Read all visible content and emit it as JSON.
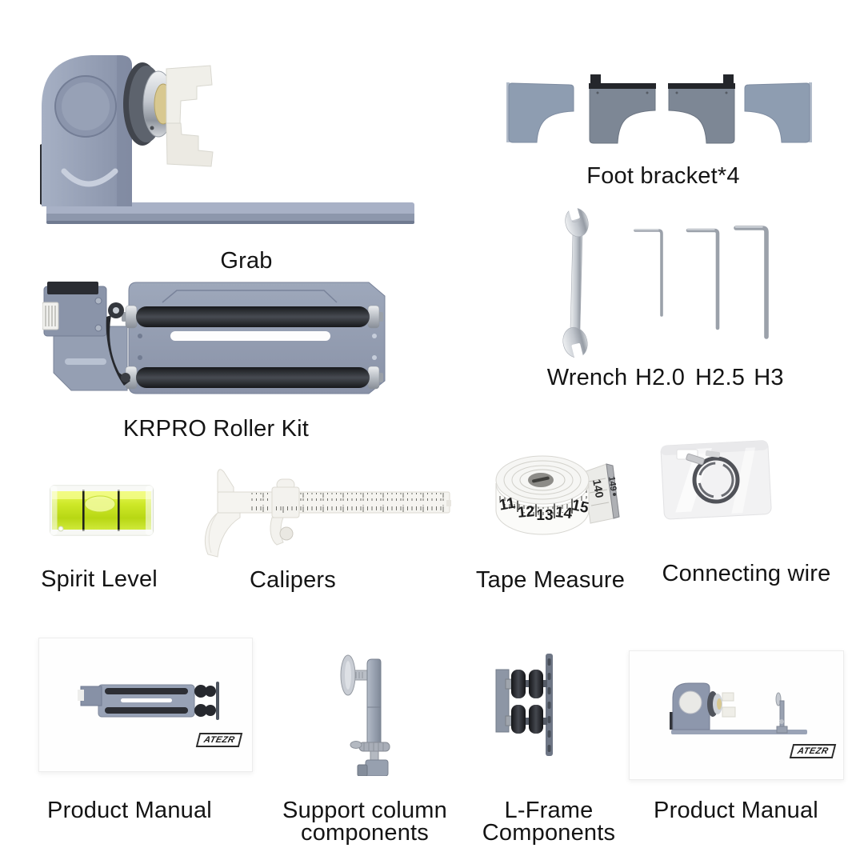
{
  "page": {
    "background": "#ffffff",
    "text_color": "#141414"
  },
  "brand": {
    "logo": "ATEZR"
  },
  "colors": {
    "device_body": "#96a0b5",
    "bracket_light": "#8e9db1",
    "bracket_dark": "#7d8795",
    "roller_black": "#232529",
    "vial_green": "#c9e523",
    "label_text": "#141414"
  },
  "items": {
    "grab": {
      "label": "Grab"
    },
    "foot_bracket": {
      "label": "Foot bracket*4"
    },
    "wrench": {
      "label": "Wrench"
    },
    "hex_keys": [
      {
        "label": "H2.0"
      },
      {
        "label": "H2.5"
      },
      {
        "label": "H3"
      }
    ],
    "roller_kit": {
      "label": "KRPRO Roller Kit"
    },
    "spirit_level": {
      "label": "Spirit Level"
    },
    "calipers": {
      "label": "Calipers"
    },
    "tape_measure": {
      "label": "Tape Measure",
      "front_numbers": [
        "11",
        "12",
        "13",
        "14",
        "15"
      ],
      "tail_numbers": [
        "140",
        "149"
      ]
    },
    "connecting_wire": {
      "label": "Connecting wire"
    },
    "product_manual_left": {
      "label": "Product Manual"
    },
    "support_column": {
      "label_line1": "Support column",
      "label_line2": "components"
    },
    "l_frame": {
      "label_line1": "L-Frame",
      "label_line2": "Components"
    },
    "product_manual_right": {
      "label": "Product Manual"
    }
  }
}
